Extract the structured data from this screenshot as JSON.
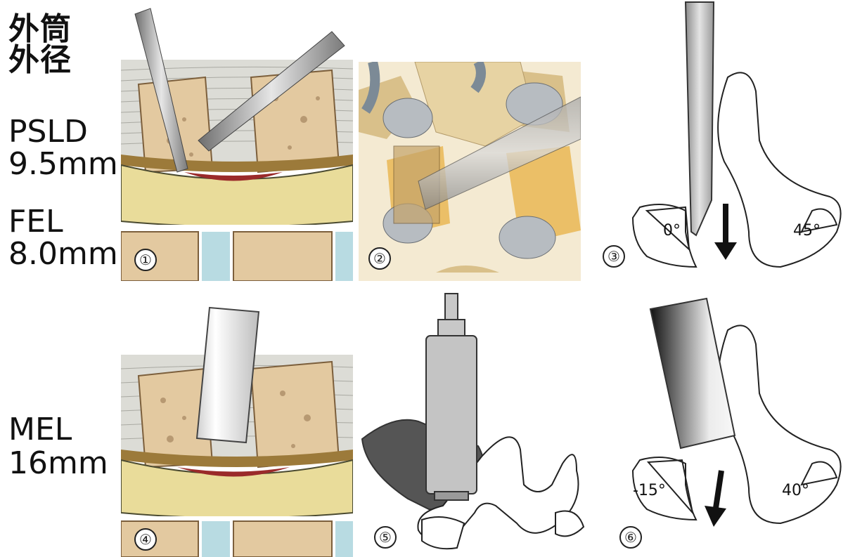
{
  "labels": {
    "header_line1": "外筒",
    "header_line2": "外径",
    "psld_name": "PSLD",
    "psld_size": "9.5mm",
    "fel_name": "FEL",
    "fel_size": "8.0mm",
    "mel_name": "MEL",
    "mel_size": "16mm"
  },
  "panels": [
    {
      "number": "①"
    },
    {
      "number": "②"
    },
    {
      "number": "③",
      "angle_left": "0°",
      "angle_right": "45°"
    },
    {
      "number": "④"
    },
    {
      "number": "⑤"
    },
    {
      "number": "⑥",
      "angle_left": "-15°",
      "angle_right": "40°"
    }
  ],
  "colors": {
    "bone": "#e3c9a0",
    "bone_pore": "#9a7a55",
    "ligament": "#d8d8d2",
    "nerve": "#e9dc9a",
    "disc": "#b8dbe2",
    "dura_red": "#9a2a2a",
    "instrument": "#b0b0b0",
    "dark_fill": "#555555",
    "outline": "#222222"
  }
}
